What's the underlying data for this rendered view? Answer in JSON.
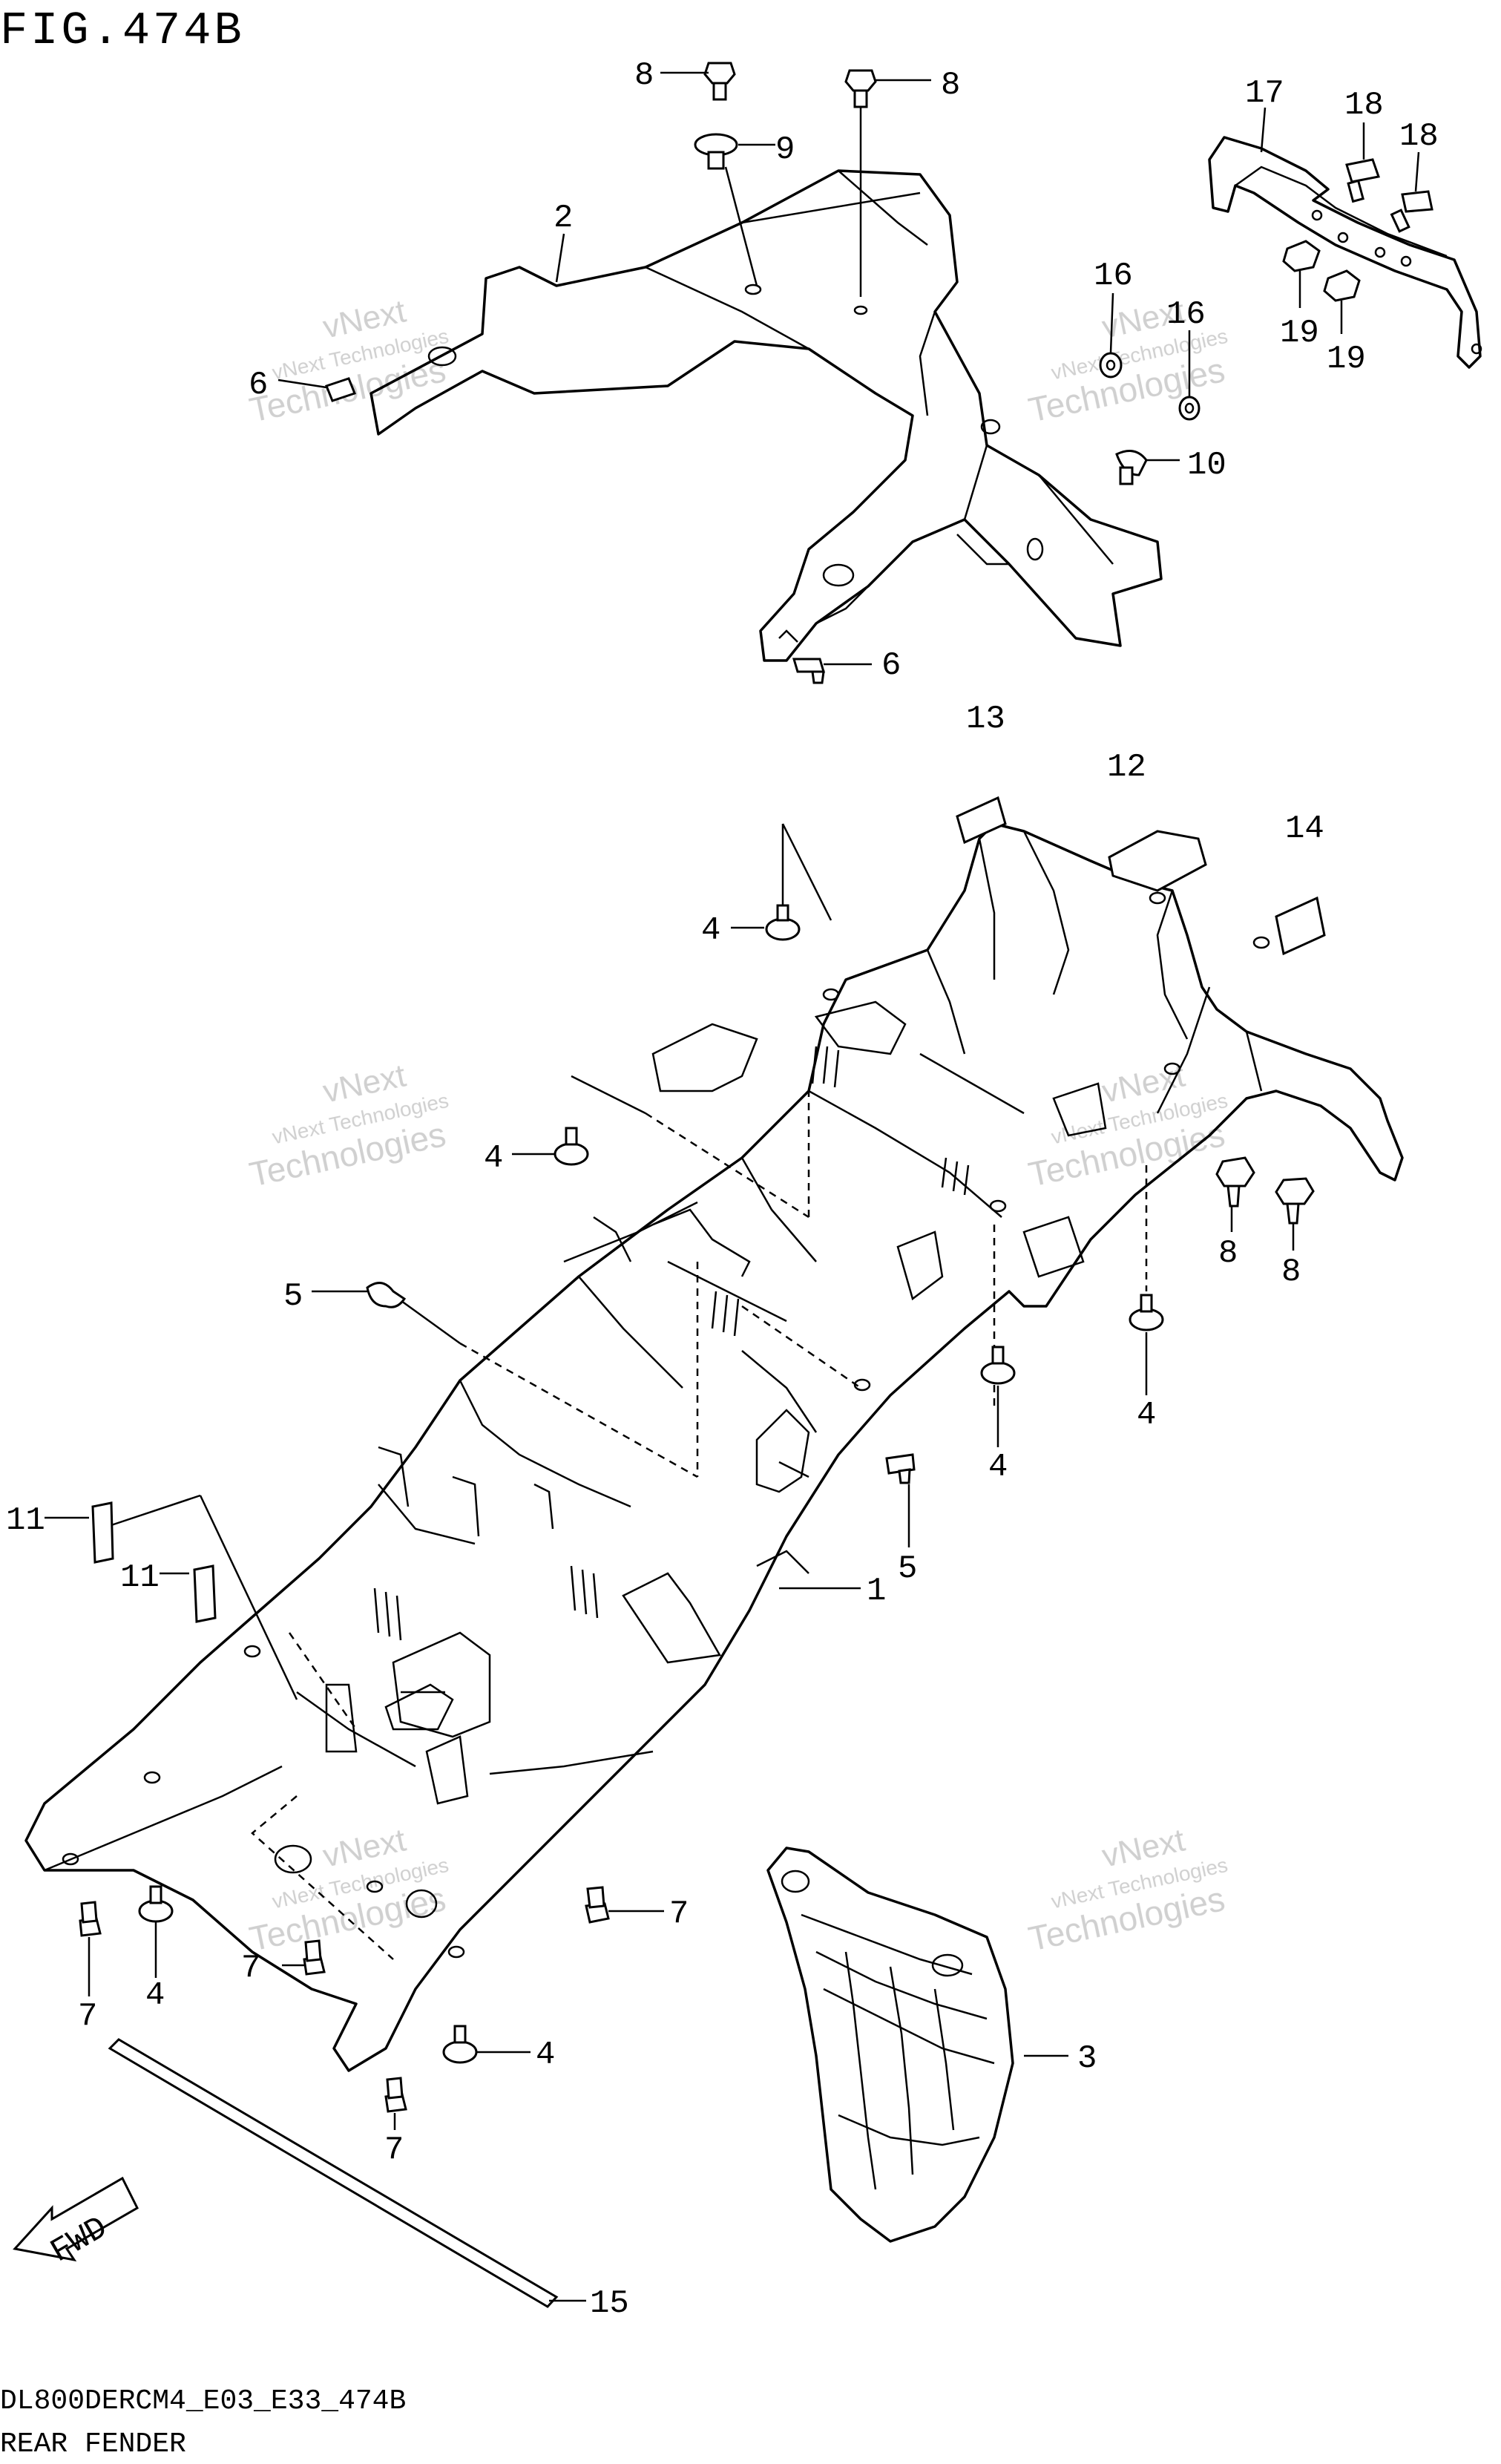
{
  "title": "FIG.474B",
  "footer": {
    "code": "DL800DERCM4_E03_E33_474B",
    "name": "REAR FENDER"
  },
  "direction_label": "FWD",
  "watermark": {
    "line1": "vNext",
    "line2": "vNext Technologies",
    "line3": "Technologies"
  },
  "callouts": {
    "c8a": "8",
    "c8b": "8",
    "c9": "9",
    "c2": "2",
    "c6a": "6",
    "c16a": "16",
    "c16b": "16",
    "c10": "10",
    "c6b": "6",
    "c17": "17",
    "c18a": "18",
    "c18b": "18",
    "c19a": "19",
    "c19b": "19",
    "c13": "13",
    "c12": "12",
    "c14": "14",
    "c4a": "4",
    "c4b": "4",
    "c5a": "5",
    "c8c": "8",
    "c8d": "8",
    "c4c": "4",
    "c4d": "4",
    "c5b": "5",
    "c1": "1",
    "c11a": "11",
    "c11b": "11",
    "c7a": "7",
    "c4e": "4",
    "c7b": "7",
    "c7c": "7",
    "c4f": "4",
    "c7d": "7",
    "c3": "3",
    "c15": "15"
  }
}
